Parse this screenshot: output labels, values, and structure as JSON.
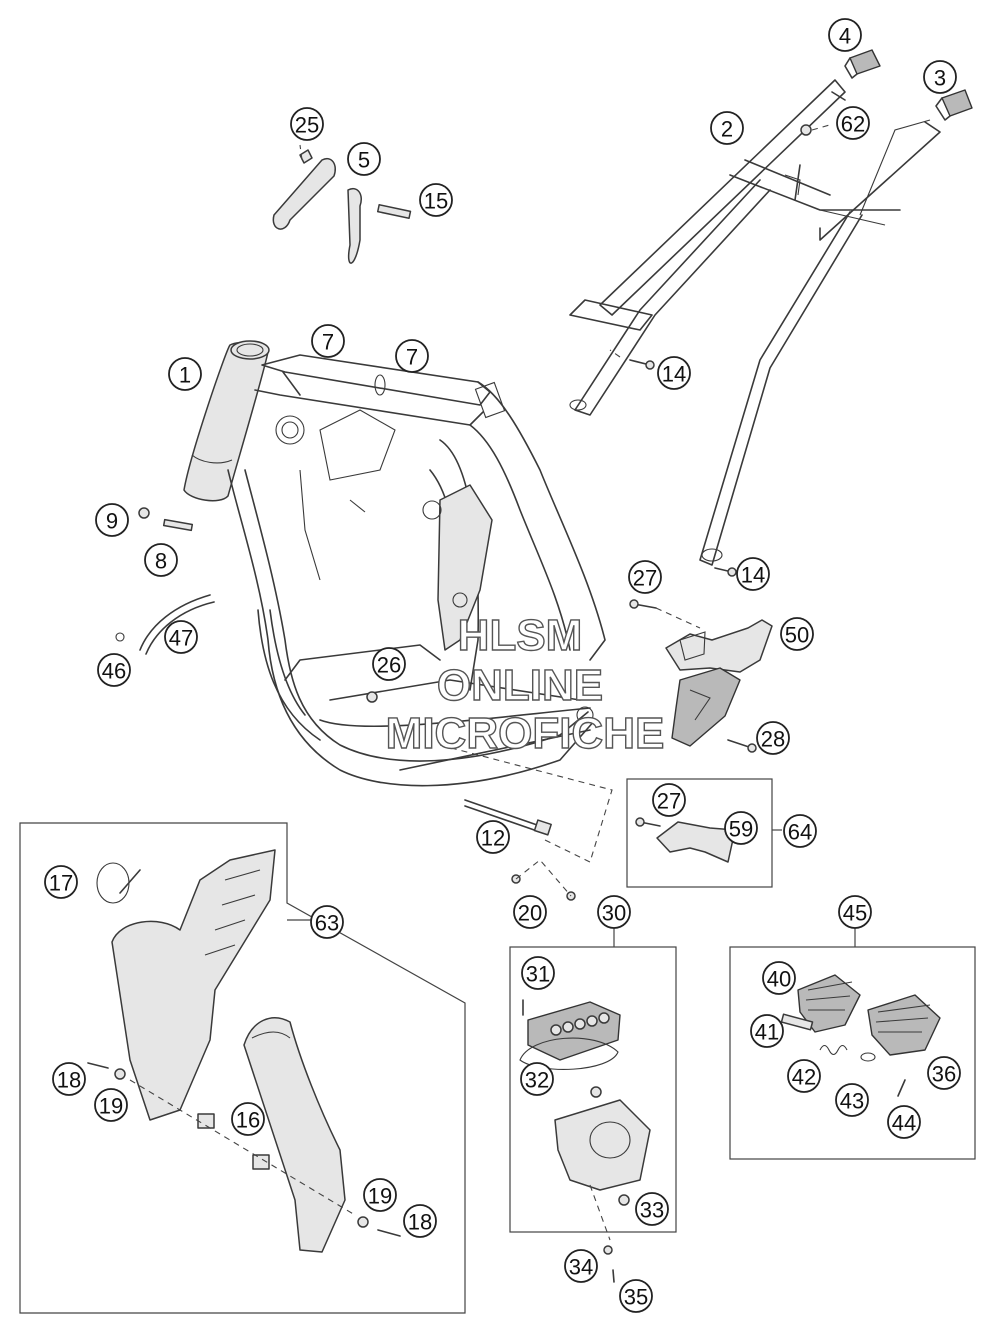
{
  "watermark": {
    "line1": "HLSM",
    "line2": "ONLINE",
    "line3": "MICROFICHE"
  },
  "callouts": [
    {
      "id": "c1",
      "label": "1"
    },
    {
      "id": "c2",
      "label": "2"
    },
    {
      "id": "c3",
      "label": "3"
    },
    {
      "id": "c4",
      "label": "4"
    },
    {
      "id": "c5",
      "label": "5"
    },
    {
      "id": "c7a",
      "label": "7"
    },
    {
      "id": "c7b",
      "label": "7"
    },
    {
      "id": "c8",
      "label": "8"
    },
    {
      "id": "c9",
      "label": "9"
    },
    {
      "id": "c12",
      "label": "12"
    },
    {
      "id": "c14a",
      "label": "14"
    },
    {
      "id": "c14b",
      "label": "14"
    },
    {
      "id": "c15",
      "label": "15"
    },
    {
      "id": "c16",
      "label": "16"
    },
    {
      "id": "c17",
      "label": "17"
    },
    {
      "id": "c18a",
      "label": "18"
    },
    {
      "id": "c18b",
      "label": "18"
    },
    {
      "id": "c19a",
      "label": "19"
    },
    {
      "id": "c19b",
      "label": "19"
    },
    {
      "id": "c20",
      "label": "20"
    },
    {
      "id": "c25",
      "label": "25"
    },
    {
      "id": "c26",
      "label": "26"
    },
    {
      "id": "c27a",
      "label": "27"
    },
    {
      "id": "c27b",
      "label": "27"
    },
    {
      "id": "c28",
      "label": "28"
    },
    {
      "id": "c30",
      "label": "30"
    },
    {
      "id": "c31",
      "label": "31"
    },
    {
      "id": "c32",
      "label": "32"
    },
    {
      "id": "c33",
      "label": "33"
    },
    {
      "id": "c34",
      "label": "34"
    },
    {
      "id": "c35",
      "label": "35"
    },
    {
      "id": "c36",
      "label": "36"
    },
    {
      "id": "c40",
      "label": "40"
    },
    {
      "id": "c41",
      "label": "41"
    },
    {
      "id": "c42",
      "label": "42"
    },
    {
      "id": "c43",
      "label": "43"
    },
    {
      "id": "c44",
      "label": "44"
    },
    {
      "id": "c45",
      "label": "45"
    },
    {
      "id": "c46",
      "label": "46"
    },
    {
      "id": "c47",
      "label": "47"
    },
    {
      "id": "c50",
      "label": "50"
    },
    {
      "id": "c59",
      "label": "59"
    },
    {
      "id": "c62",
      "label": "62"
    },
    {
      "id": "c63",
      "label": "63"
    },
    {
      "id": "c64",
      "label": "64"
    }
  ]
}
